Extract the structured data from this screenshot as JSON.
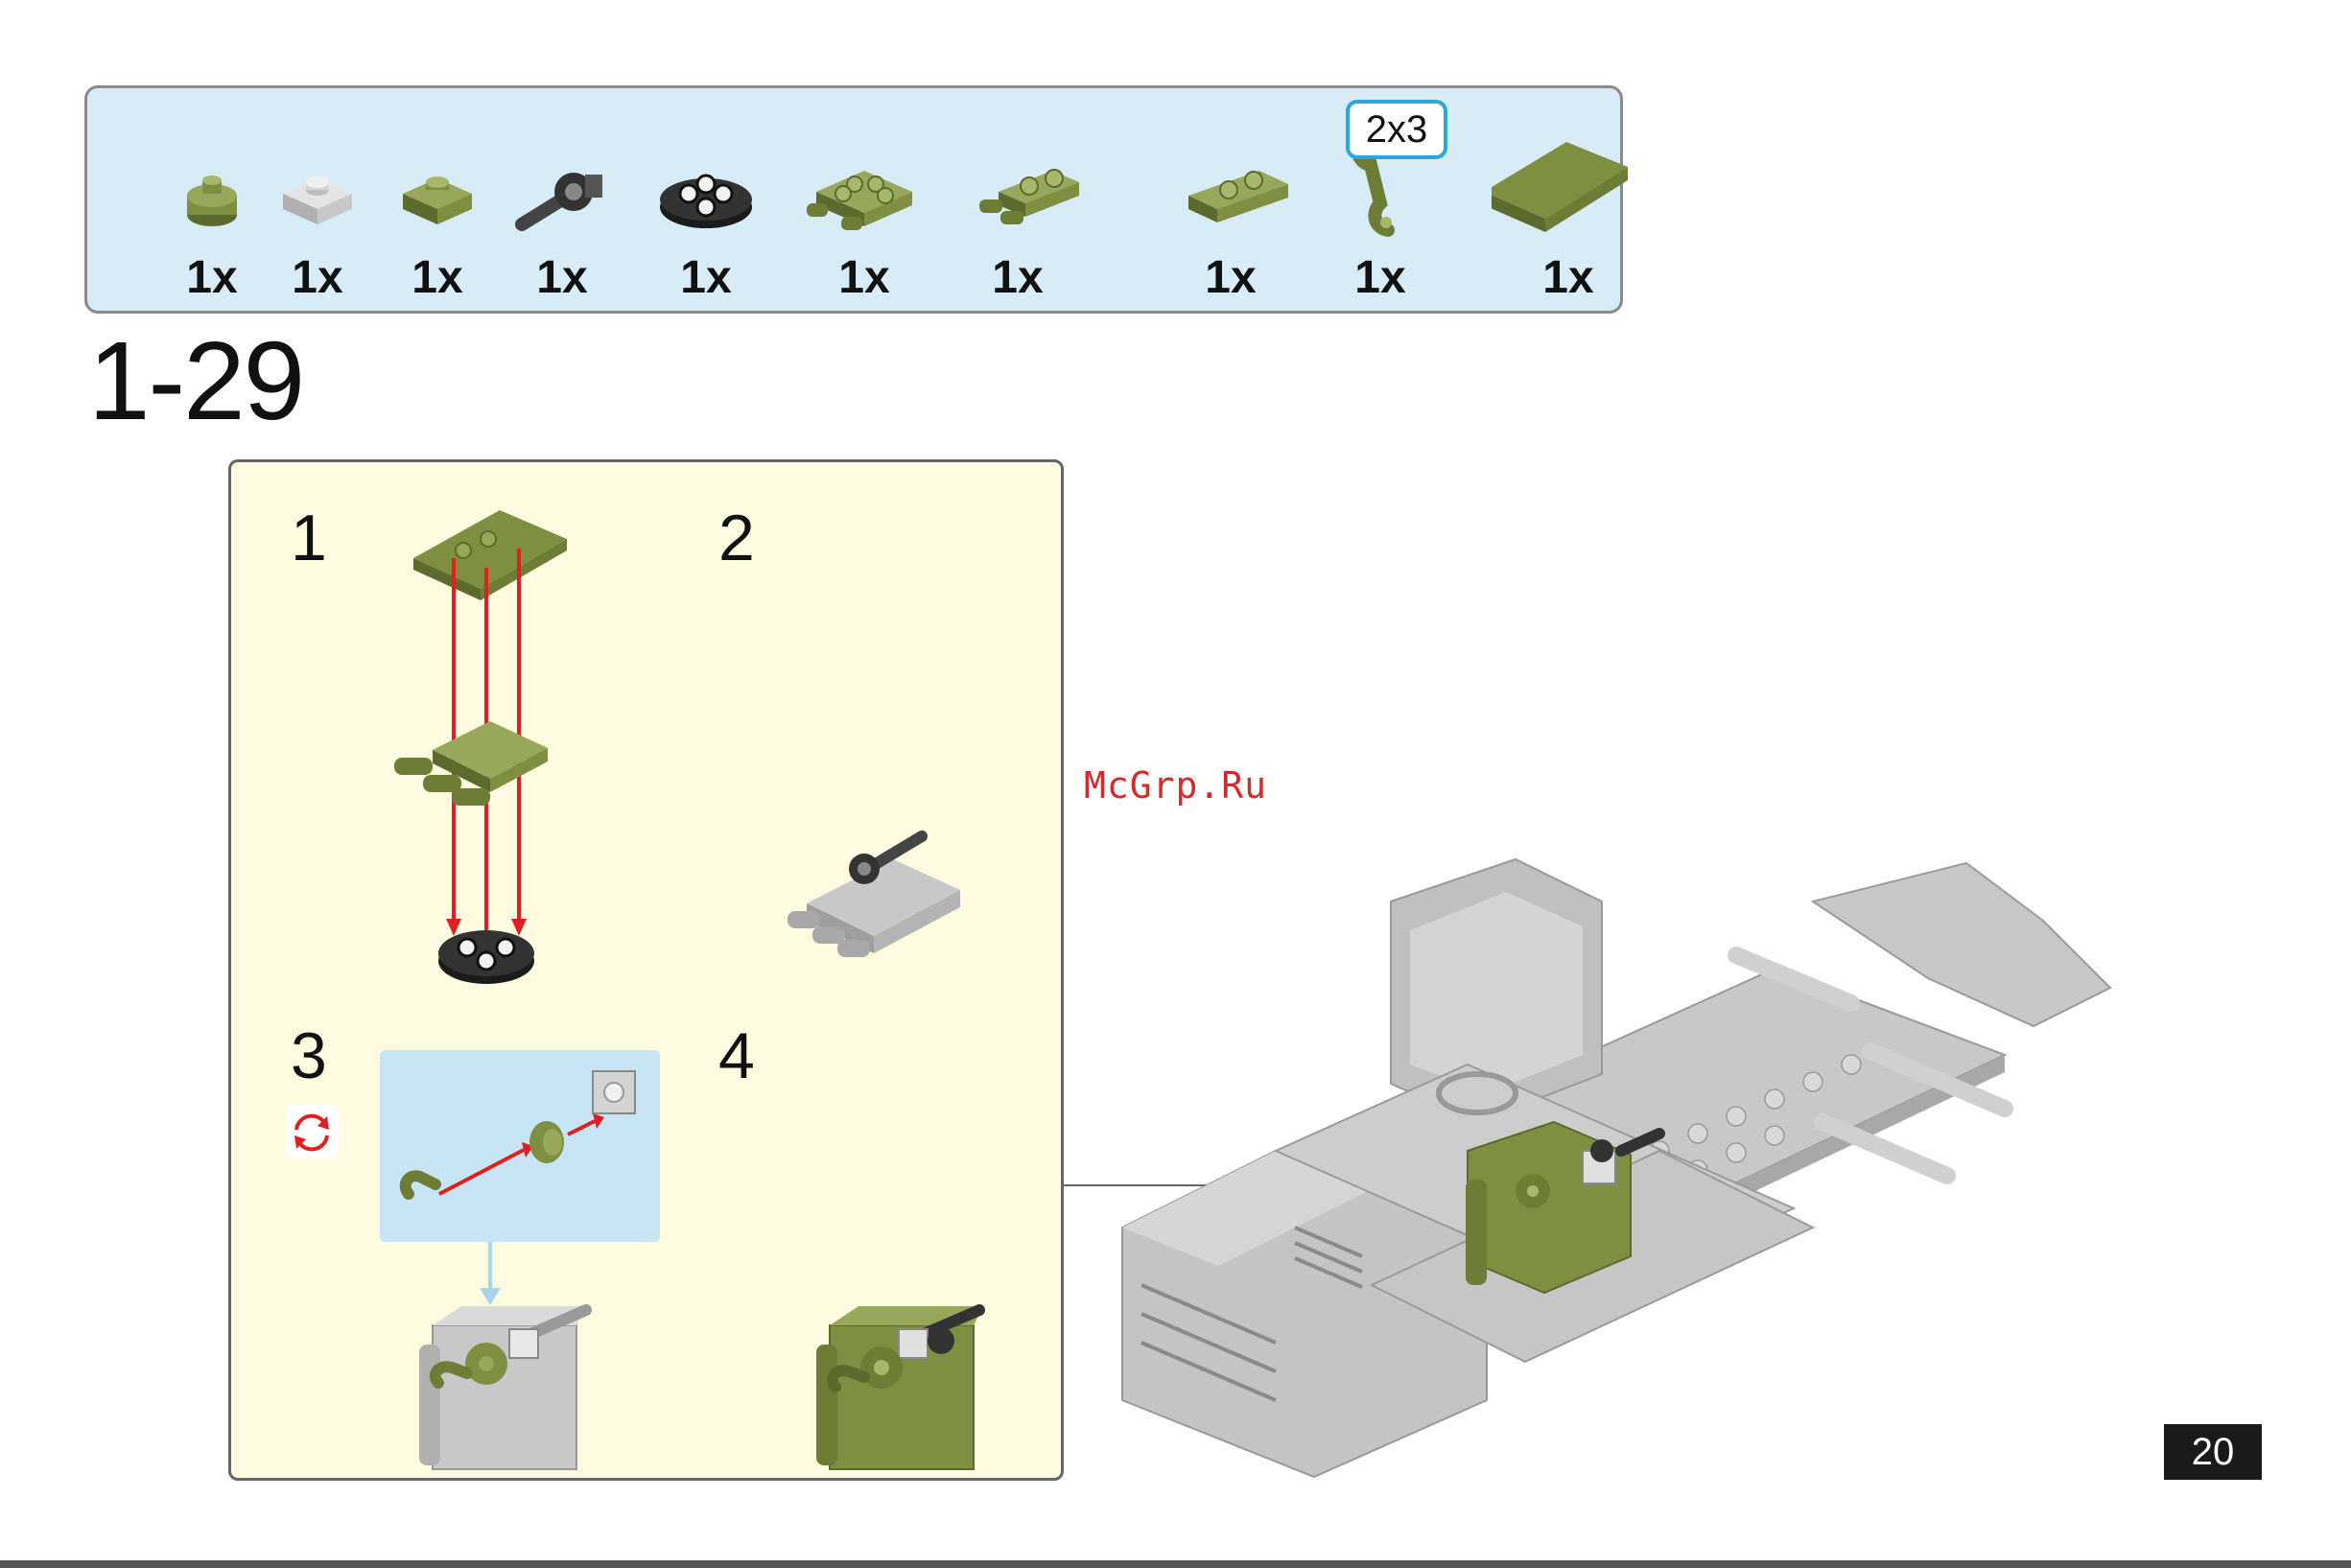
{
  "parts_list": {
    "items": [
      {
        "icon": "round-plate-1x1-icon",
        "color": "#7f8f42",
        "qty": "1x"
      },
      {
        "icon": "plate-1x1-icon",
        "color": "#c8c8c8",
        "qty": "1x"
      },
      {
        "icon": "plate-1x1-icon",
        "color": "#7f8f42",
        "qty": "1x"
      },
      {
        "icon": "technic-pin-connector-icon",
        "color": "#333333",
        "qty": "1x"
      },
      {
        "icon": "round-plate-2x2-icon",
        "color": "#222222",
        "qty": "1x"
      },
      {
        "icon": "plate-2x2-with-clips-icon",
        "color": "#7f8f42",
        "qty": "1x"
      },
      {
        "icon": "plate-1x2-with-clips-icon",
        "color": "#7f8f42",
        "qty": "1x"
      },
      {
        "icon": "plate-1x2-icon",
        "color": "#7f8f42",
        "qty": "1x"
      },
      {
        "icon": "bar-holder-clip-icon",
        "color": "#7f8f42",
        "qty": "1x"
      },
      {
        "icon": "tile-2x3-icon",
        "color": "#7f8f42",
        "qty": "1x",
        "size_label": "2x3"
      }
    ]
  },
  "step": {
    "title": "1-29",
    "substeps": [
      {
        "number": "1"
      },
      {
        "number": "2"
      },
      {
        "number": "3",
        "flag": "rotate-icon"
      },
      {
        "number": "4"
      }
    ]
  },
  "watermark": "McGrp.Ru",
  "page_number": "20",
  "colors": {
    "olive": "#7f8f42",
    "light_gray": "#c8c8c8",
    "panel_blue": "#d7ecf6",
    "panel_yellow": "#fffbe0",
    "arrow_red": "#e02020",
    "badge_blue": "#28a8df"
  }
}
